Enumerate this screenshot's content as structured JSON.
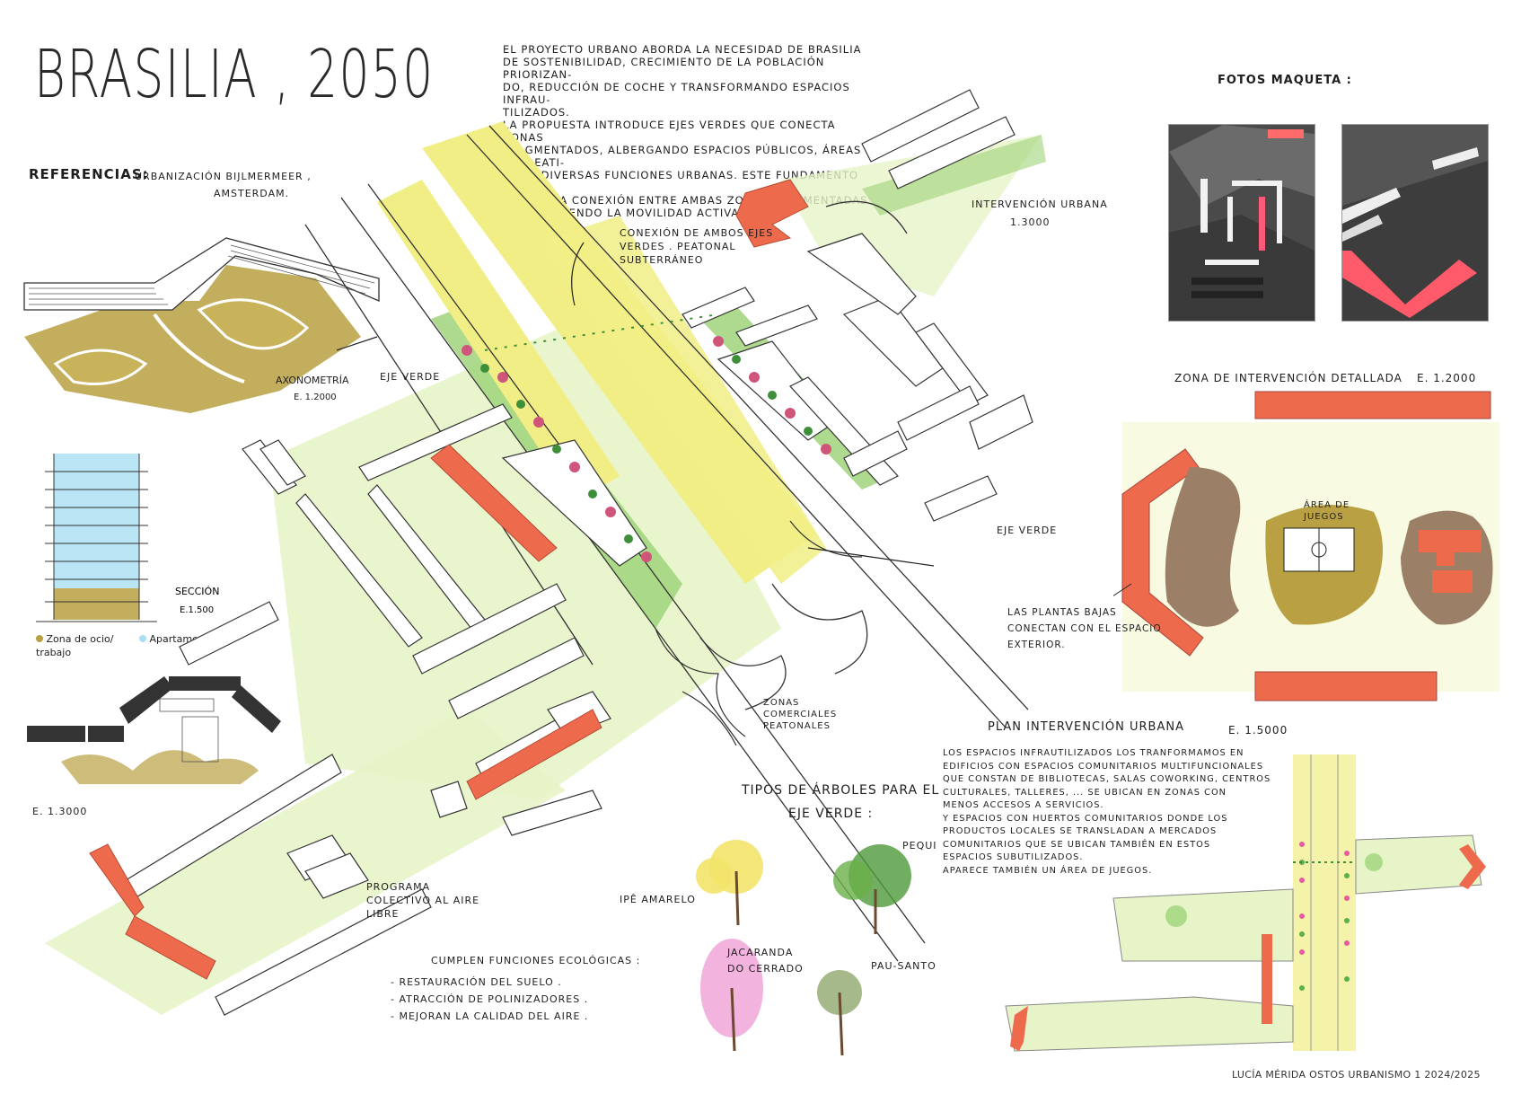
{
  "title": "BRASILIA , 2050",
  "intro": {
    "lines": [
      "EL PROYECTO URBANO ABORDA LA NECESIDAD DE BRASILIA",
      "DE SOSTENIBILIDAD, CRECIMIENTO DE LA POBLACIÓN PRIORIZAN-",
      "DO, REDUCCIÓN DE COCHE Y TRANSFORMANDO ESPACIOS INFRAU-",
      "TILIZADOS.",
      "LA PROPUESTA INTRODUCE EJES VERDES QUE CONECTA ZONAS",
      "FRAGMENTADOS, ALBERGANDO ESPACIOS PÚBLICOS, ÁREAS RECREATI-",
      "VAS Y DIVERSAS FUNCIONES URBANAS. ESTE FUNDAMENTO VERDE",
      "MEJORA LA CONEXIÓN ENTRE AMBAS ZONAS FRAGMENTADAS",
      "Y PROMOVIENDO LA MOVILIDAD ACTIVA."
    ]
  },
  "references": {
    "heading": "REFERENCIAS:",
    "text_line1": "URBANIZACIÓN BIJLMERMEER ,",
    "text_line2": "AMSTERDAM.",
    "axonometria": "AXONOMETRÍA",
    "axonometria_scale": "E. 1.2000",
    "seccion": "SECCIÓN",
    "seccion_scale": "E.1.500",
    "legend_ocio": "Zona de ocio/ trabajo",
    "legend_apart": "Apartamentos",
    "plan_scale": "E. 1.3000"
  },
  "plan_labels": {
    "conexion": "CONEXIÓN DE AMBOS EJES VERDES . PEATONAL SUBTERRÁNEO",
    "eje_verde_1": "EJE VERDE",
    "eje_verde_2": "EJE VERDE",
    "intervencion": "INTERVENCIÓN URBANA",
    "intervencion_scale": "1.3000",
    "zonas_comerciales": "ZONAS COMERCIALES PEATONALES",
    "programa": "PROGRAMA COLECTIVO AL AIRE LIBRE",
    "cumplen": "CUMPLEN FUNCIONES ECOLÓGICAS :",
    "funciones": [
      "- RESTAURACIÓN DEL SUELO .",
      "- ATRACCIÓN DE POLINIZADORES .",
      "- MEJORAN LA CALIDAD DEL AIRE ."
    ]
  },
  "trees": {
    "heading_line1": "TIPOS DE ÁRBOLES PARA EL",
    "heading_line2": "EJE VERDE :",
    "items": [
      "IPÊ AMARELO",
      "PEQUI",
      "JACARANDA DO CERRADO",
      "PAU-SANTO"
    ],
    "colors": {
      "ipe": "#f3e36a",
      "pequi": "#4f9a3a",
      "jacaranda": "#f0a6d8",
      "pau_santo": "#6a8a3c"
    }
  },
  "photos": {
    "heading": "FOTOS MAQUETA :"
  },
  "detail": {
    "heading": "ZONA DE INTERVENCIÓN DETALLADA",
    "scale": "E. 1.2000",
    "area_juegos": "ÁREA DE JUEGOS",
    "plantas_bajas": "LAS PLANTAS BAJAS CONECTAN CON EL ESPACIO EXTERIOR."
  },
  "plan_intervencion": {
    "heading": "PLAN INTERVENCIÓN URBANA",
    "scale": "E. 1.5000",
    "lines": [
      "LOS ESPACIOS INFRAUTILIZADOS LOS TRANFORMAMOS EN",
      "EDIFICIOS CON ESPACIOS COMUNITARIOS MULTIFUNCIONALES",
      "QUE CONSTAN DE BIBLIOTECAS, SALAS COWORKING, CENTROS",
      "CULTURALES, TALLERES, ... SE UBICAN EN ZONAS CON",
      "MENOS ACCESOS A SERVICIOS.",
      "Y ESPACIOS CON HUERTOS COMUNITARIOS DONDE LOS",
      "PRODUCTOS LOCALES SE TRANSLADAN A MERCADOS",
      "COMUNITARIOS QUE SE UBICAN TAMBIÉN EN ESTOS",
      "ESPACIOS SUBUTILIZADOS.",
      "APARECE TAMBIÉN UN ÁREA DE JUEGOS."
    ]
  },
  "footer": "LUCÍA MÉRIDA OSTOS URBANISMO 1 2024/2025",
  "colors": {
    "green": "#9fd47a",
    "light_green": "#e6f4c8",
    "yellow": "#f1ee86",
    "red": "#ee6a4d",
    "ochre": "#b9a042",
    "brown": "#9b7f66",
    "blue": "#a9dff2"
  }
}
